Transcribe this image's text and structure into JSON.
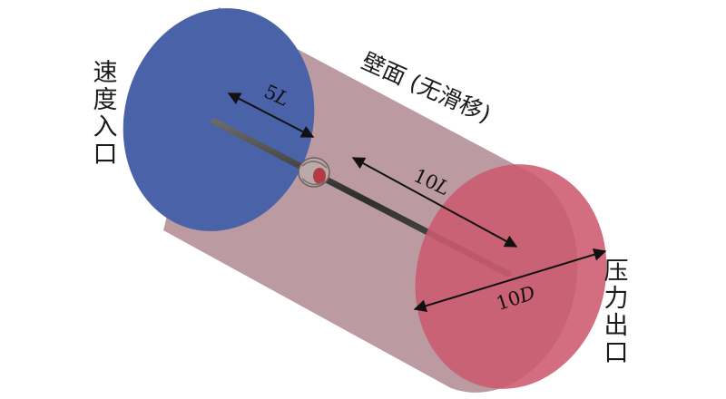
{
  "labels": {
    "wall": "壁面 (无滑移)",
    "inlet": "速度入口",
    "outlet": "压力出口"
  },
  "dimensions": {
    "inlet_to_body": "5L",
    "body_to_outlet": "10L",
    "diameter": "10D"
  },
  "colors": {
    "inlet_face": "#4a62a8",
    "outlet_face": "#c8566a",
    "cylinder_body": "#b48a92",
    "shaft": "#3a3a3a"
  }
}
